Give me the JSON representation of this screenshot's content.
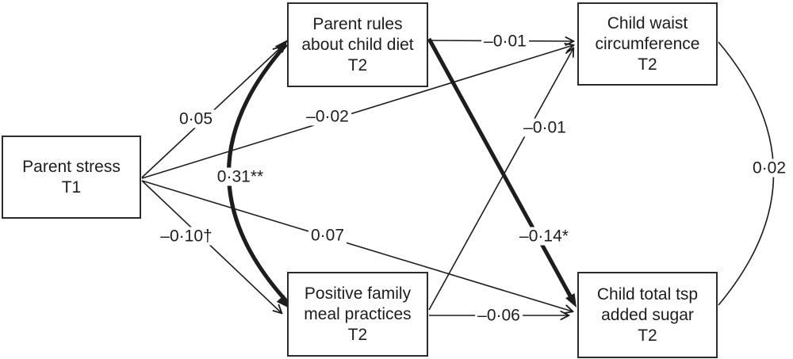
{
  "diagram": {
    "type": "path-model",
    "line_color": "#1d1d1d",
    "background_color": "#ffffff",
    "nodes": [
      {
        "id": "parent-stress-t1",
        "label": "Parent stress\nT1"
      },
      {
        "id": "parent-rules-t2",
        "label": "Parent rules\nabout child diet\nT2"
      },
      {
        "id": "child-waist-t2",
        "label": "Child waist\ncircumference\nT2"
      },
      {
        "id": "family-meals-t2",
        "label": "Positive family\nmeal practices\nT2"
      },
      {
        "id": "child-sugar-t2",
        "label": "Child total tsp\nadded sugar\nT2"
      }
    ],
    "edges": [
      {
        "from": "parent-stress-t1",
        "to": "parent-rules-t2",
        "label": "0·05",
        "style": "thin",
        "arrow": "single"
      },
      {
        "from": "parent-stress-t1",
        "to": "child-waist-t2",
        "label": "–0·02",
        "style": "thin",
        "arrow": "single"
      },
      {
        "from": "parent-stress-t1",
        "to": "family-meals-t2",
        "label": "–0·10†",
        "style": "thin",
        "arrow": "single"
      },
      {
        "from": "parent-stress-t1",
        "to": "child-sugar-t2",
        "label": "0·07",
        "style": "thin",
        "arrow": "single"
      },
      {
        "from": "parent-rules-t2",
        "to": "child-waist-t2",
        "label": "–0·01",
        "style": "thin",
        "arrow": "single"
      },
      {
        "from": "family-meals-t2",
        "to": "child-waist-t2",
        "label": "–0·01",
        "style": "thin",
        "arrow": "single"
      },
      {
        "from": "parent-rules-t2",
        "to": "child-sugar-t2",
        "label": "–0·14*",
        "style": "thick",
        "arrow": "single"
      },
      {
        "from": "family-meals-t2",
        "to": "child-sugar-t2",
        "label": "–0·06",
        "style": "thin",
        "arrow": "single"
      },
      {
        "from": "parent-rules-t2",
        "to": "family-meals-t2",
        "label": "0·31**",
        "style": "thick-curve",
        "arrow": "double"
      },
      {
        "from": "child-waist-t2",
        "to": "child-sugar-t2",
        "label": "0·02",
        "style": "thin-curve",
        "arrow": "none"
      }
    ]
  }
}
